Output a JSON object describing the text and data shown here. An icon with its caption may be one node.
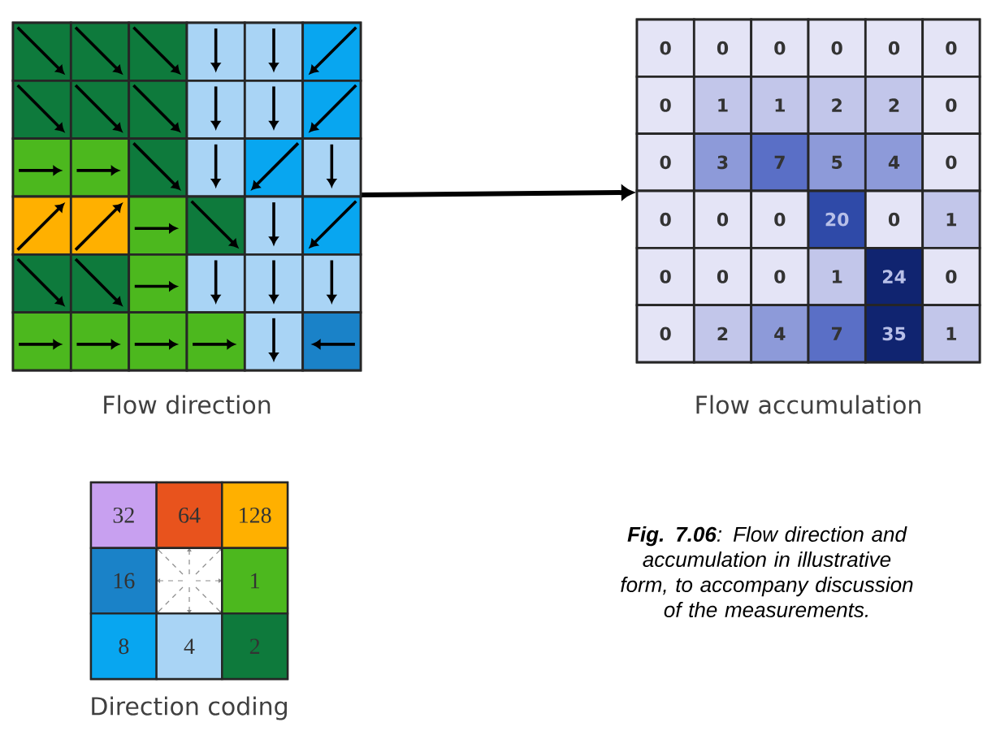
{
  "diagram": {
    "nodes": [
      {
        "text": [
          "Flow direction"
        ]
      },
      {
        "text": [
          "Flow accumulation"
        ]
      },
      {
        "text": [
          "Direction coding"
        ]
      }
    ],
    "edges": [
      {
        "from": 0,
        "to": 1,
        "arrow": "to"
      }
    ],
    "labels": [
      "0",
      "0",
      "0",
      "0",
      "0",
      "0",
      "0",
      "1",
      "1",
      "2",
      "2",
      "0",
      "0",
      "3",
      "7",
      "5",
      "4",
      "0",
      "0",
      "0",
      "0",
      "20",
      "0",
      "1",
      "0",
      "0",
      "0",
      "1",
      "24",
      "0",
      "0",
      "2",
      "4",
      "7",
      "35",
      "1",
      "32",
      "64",
      "128",
      "16",
      "1",
      "8",
      "4",
      "2"
    ],
    "caption": "**Fig. 7.06**: Flow direction and accumulation in illustrative form, to accompany discussion of the measurements."
  }
}
